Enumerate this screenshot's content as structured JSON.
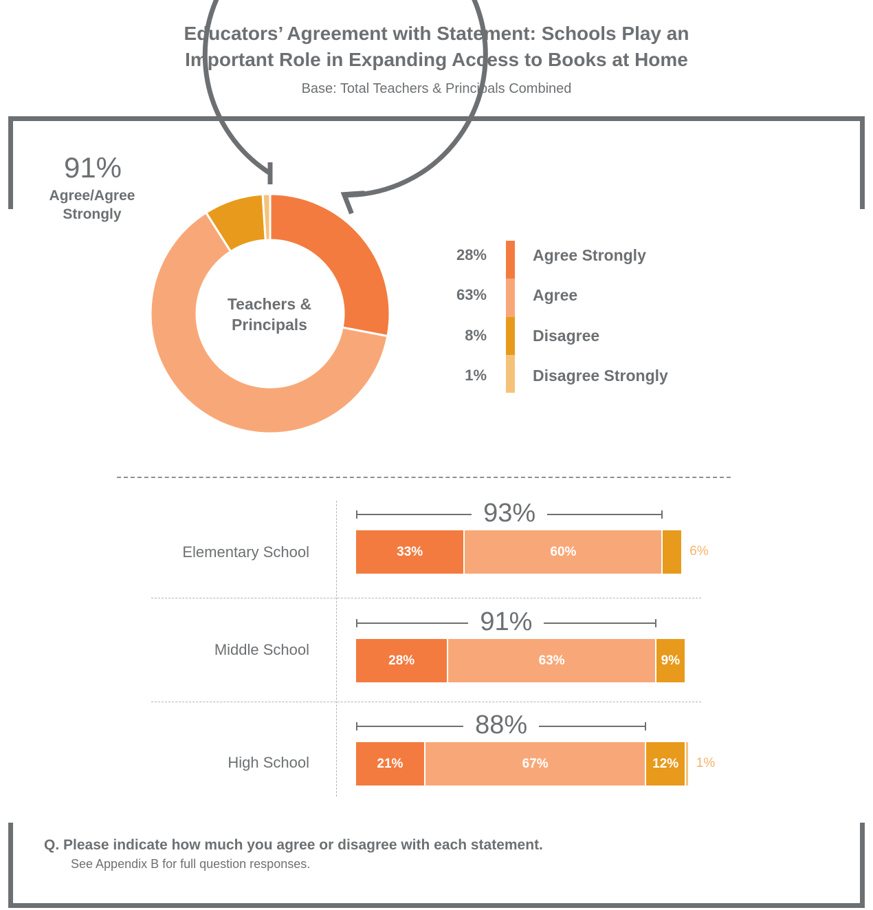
{
  "header": {
    "title_line1": "Educators’ Agreement with Statement: Schools Play an",
    "title_line2": "Important Role in Expanding Access to Books at Home",
    "subtitle": "Base: Total Teachers & Principals Combined"
  },
  "summary": {
    "pct": "91%",
    "label_line1": "Agree/Agree",
    "label_line2": "Strongly",
    "center_line1": "Teachers &",
    "center_line2": "Principals"
  },
  "colors": {
    "agree_strongly": "#f37b3f",
    "agree": "#f8a878",
    "disagree": "#e89a1c",
    "disagree_strongly": "#f5c27a",
    "gray": "#6d7073"
  },
  "chart_data": [
    {
      "type": "pie",
      "title": "Teachers & Principals",
      "categories": [
        "Agree Strongly",
        "Agree",
        "Disagree",
        "Disagree Strongly"
      ],
      "values": [
        28,
        63,
        8,
        1
      ],
      "labels": [
        "28%",
        "63%",
        "8%",
        "1%"
      ],
      "legend": "right"
    },
    {
      "type": "bar",
      "orientation": "horizontal",
      "stacked": true,
      "categories": [
        "Elementary School",
        "Middle School",
        "High School"
      ],
      "series": [
        {
          "name": "Agree Strongly",
          "values": [
            33,
            28,
            21
          ],
          "labels": [
            "33%",
            "28%",
            "21%"
          ]
        },
        {
          "name": "Agree",
          "values": [
            60,
            63,
            67
          ],
          "labels": [
            "60%",
            "63%",
            "67%"
          ]
        },
        {
          "name": "Disagree",
          "values": [
            6,
            9,
            12
          ],
          "labels": [
            "6%",
            "9%",
            "12%"
          ]
        },
        {
          "name": "Disagree Strongly",
          "values": [
            0,
            0,
            1
          ],
          "labels": [
            "",
            "",
            "1%"
          ]
        }
      ],
      "totals_agree": [
        "93%",
        "91%",
        "88%"
      ]
    }
  ],
  "footer": {
    "question": "Q.  Please indicate how much you agree or disagree with each statement.",
    "note": "See Appendix B for full question responses."
  }
}
